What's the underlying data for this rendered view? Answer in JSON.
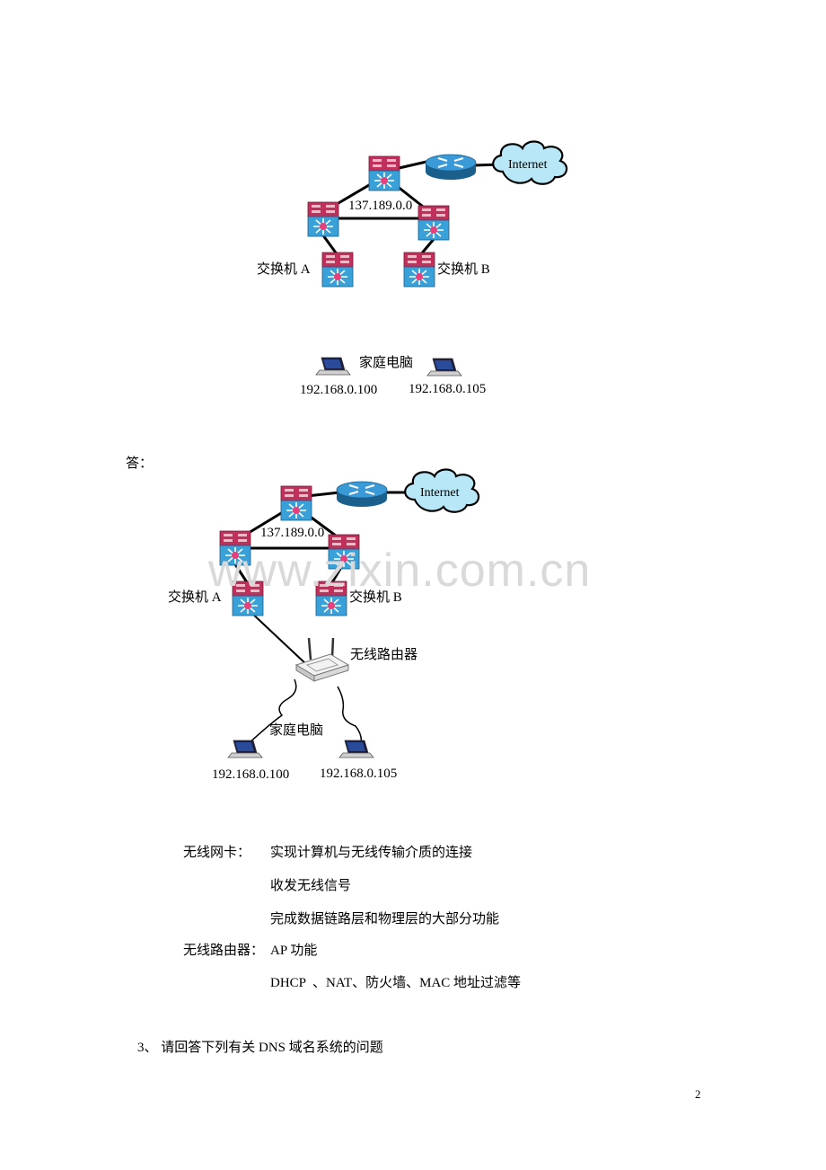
{
  "diagram1": {
    "internet_label": "Internet",
    "network_label": "137.189.0.0",
    "switch_a_label": "交换机 A",
    "switch_b_label": "交换机 B",
    "home_pc_label": "家庭电脑",
    "ip_1": "192.168.0.100",
    "ip_2": "192.168.0.105"
  },
  "answer_label": "答：",
  "diagram2": {
    "internet_label": "Internet",
    "network_label": "137.189.0.0",
    "switch_a_label": "交换机 A",
    "switch_b_label": "交换机 B",
    "wireless_router_label": "无线路由器",
    "home_pc_label": "家庭电脑",
    "ip_1": "192.168.0.100",
    "ip_2": "192.168.0.105"
  },
  "watermark": "www.zixin.com.cn",
  "list": {
    "nic_label": "无线网卡：",
    "nic_items": [
      "实现计算机与无线传输介质的连接",
      "收发无线信号",
      "完成数据链路层和物理层的大部分功能"
    ],
    "router_label": "无线路由器：",
    "router_items": [
      "AP 功能",
      "DHCP  、NAT、防火墙、MAC 地址过滤等"
    ]
  },
  "question": "3、 请回答下列有关 DNS 域名系统的问题",
  "page_number": "2",
  "colors": {
    "switch_top": "#c0305a",
    "switch_front": "#3aa0d8",
    "router": "#2e86c8",
    "cloud": "#b8e8f8"
  }
}
